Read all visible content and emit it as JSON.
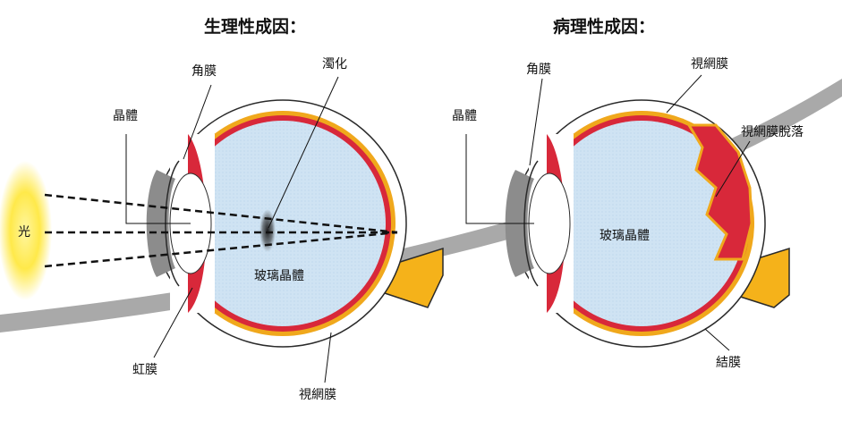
{
  "left_panel": {
    "title": "生理性成因：",
    "labels": {
      "cornea": "角膜",
      "lens": "晶體",
      "opacity": "濁化",
      "light": "光",
      "vitreous": "玻璃晶體",
      "iris": "虹膜",
      "retina": "視網膜"
    }
  },
  "right_panel": {
    "title": "病理性成因：",
    "labels": {
      "cornea": "角膜",
      "retina": "視網膜",
      "lens": "晶體",
      "detachment": "視網膜脫落",
      "vitreous": "玻璃晶體",
      "conjunctiva": "結膜"
    }
  },
  "colors": {
    "vitreous": "#cfe3f3",
    "tissue_red": "#d8283a",
    "tissue_orange": "#f0a81c",
    "sclera_outline": "#2a2a2a",
    "optic_nerve": "#f5b21a",
    "lens_gray": "#8c8c8c",
    "light_glow": "#ffe94a",
    "background_band": "#a9a9a9"
  }
}
